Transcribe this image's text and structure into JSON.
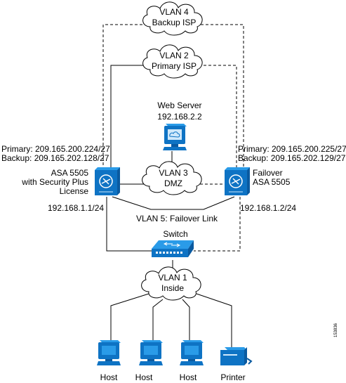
{
  "clouds": {
    "vlan4": [
      "VLAN 4",
      "Backup ISP"
    ],
    "vlan2": [
      "VLAN 2",
      "Primary ISP"
    ],
    "vlan3": [
      "VLAN 3",
      "DMZ"
    ],
    "vlan1": [
      "VLAN 1",
      "Inside"
    ]
  },
  "web_server": {
    "name": "Web Server",
    "ip": "192.168.2.2"
  },
  "asa_left": {
    "primary": "Primary: 209.165.200.224/27",
    "backup": "Backup: 209.165.202.128/27",
    "name": [
      "ASA 5505",
      "with Security Plus",
      "License"
    ],
    "inside_ip": "192.168.1.1/24"
  },
  "asa_right": {
    "primary": "Primary: 209.165.200.225/27",
    "backup": "Backup: 209.165.202.129/27",
    "name": [
      "Failover",
      "ASA 5505"
    ],
    "inside_ip": "192.168.1.2/24"
  },
  "failover_link": "VLAN 5: Failover Link",
  "switch_label": "Switch",
  "endpoints": [
    "Host",
    "Host",
    "Host",
    "Printer"
  ],
  "figure_id": "153836",
  "colors": {
    "device_blue": "#0e73c4",
    "line": "#000000"
  },
  "icons": [
    "cloud-icon",
    "computer-icon",
    "firewall-icon",
    "switch-icon",
    "printer-icon"
  ]
}
